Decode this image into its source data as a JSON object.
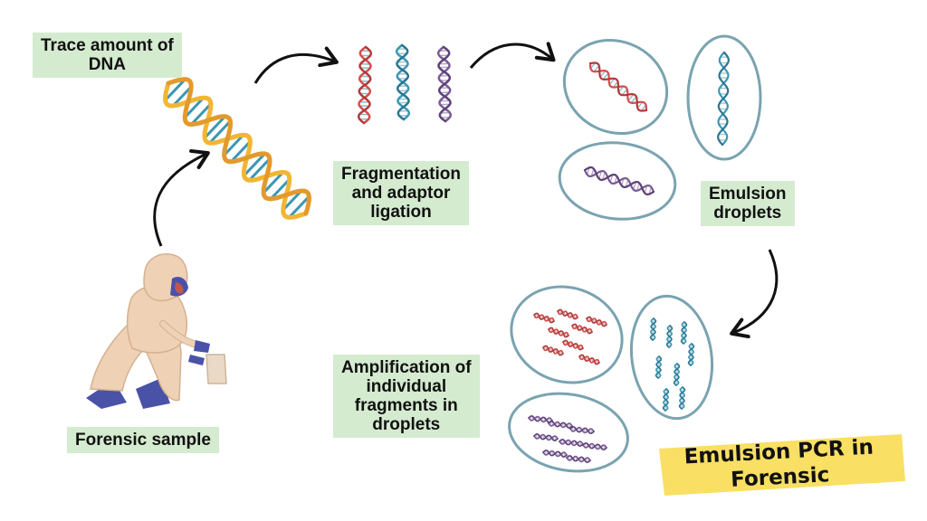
{
  "labels": {
    "trace_dna": [
      "Trace amount of",
      "DNA"
    ],
    "fragmentation": [
      "Fragmentation",
      "and adaptor",
      "ligation"
    ],
    "emulsion_droplets": [
      "Emulsion",
      "droplets"
    ],
    "amplification": [
      "Amplification of",
      "individual",
      "fragments in",
      "droplets"
    ],
    "forensic_sample": "Forensic sample"
  },
  "title": [
    "Emulsion PCR in",
    "Forensic"
  ],
  "colors": {
    "label_bg": "#d4ebcf",
    "highlight": "#f9df63",
    "droplet_stroke": "#7aa3b0",
    "dna_red": "#d64c4c",
    "dna_teal": "#3c97b3",
    "dna_purple": "#7a5a95",
    "dna_gold": "#f2b632",
    "suit": "#efd2b5",
    "glove": "#4a52a8"
  }
}
